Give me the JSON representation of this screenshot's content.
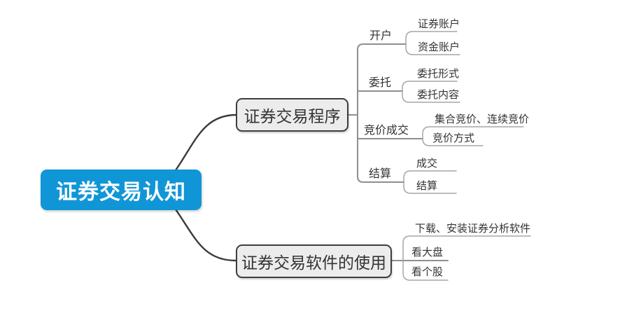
{
  "root": {
    "label": "证券交易认知"
  },
  "branches": [
    {
      "label": "证券交易程序",
      "children": [
        {
          "label": "开户",
          "children": [
            {
              "label": "证券账户"
            },
            {
              "label": "资金账户"
            }
          ]
        },
        {
          "label": "委托",
          "children": [
            {
              "label": "委托形式"
            },
            {
              "label": "委托内容"
            }
          ]
        },
        {
          "label": "竞价成交",
          "children": [
            {
              "label": "集合竞价、连续竞价"
            },
            {
              "label": "竞价方式"
            }
          ]
        },
        {
          "label": "结算",
          "children": [
            {
              "label": "成交"
            },
            {
              "label": "结算"
            }
          ]
        }
      ]
    },
    {
      "label": "证券交易软件的使用",
      "children": [
        {
          "label": "下载、安装证券分析软件"
        },
        {
          "label": "看大盘"
        },
        {
          "label": "看个股"
        }
      ]
    }
  ],
  "colors": {
    "root_bg": "#1096d6",
    "root_text": "#ffffff",
    "branch_bg": "#ececec",
    "branch_border": "#3e3e3e",
    "curve": "#3b3b3b",
    "line_level1": "#8f8f8f",
    "line_level2": "#a6a6a6",
    "text": "#333333",
    "canvas_bg": "#ffffff"
  }
}
